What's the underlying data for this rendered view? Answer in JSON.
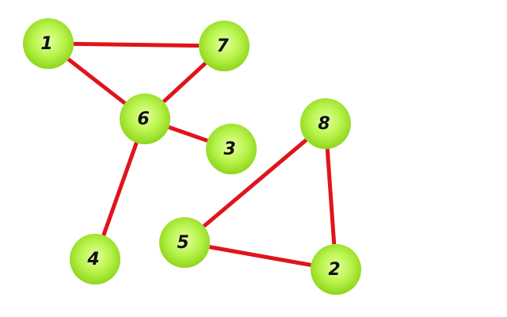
{
  "graph": {
    "nodes": [
      {
        "id": "1",
        "label": "1"
      },
      {
        "id": "7",
        "label": "7"
      },
      {
        "id": "6",
        "label": "6"
      },
      {
        "id": "3",
        "label": "3"
      },
      {
        "id": "8",
        "label": "8"
      },
      {
        "id": "4",
        "label": "4"
      },
      {
        "id": "5",
        "label": "5"
      },
      {
        "id": "2",
        "label": "2"
      }
    ],
    "edges": [
      {
        "from": "1",
        "to": "7"
      },
      {
        "from": "1",
        "to": "6"
      },
      {
        "from": "7",
        "to": "6"
      },
      {
        "from": "6",
        "to": "3"
      },
      {
        "from": "6",
        "to": "4"
      },
      {
        "from": "8",
        "to": "5"
      },
      {
        "from": "8",
        "to": "2"
      },
      {
        "from": "5",
        "to": "2"
      }
    ],
    "colors": {
      "edge": "#e0141c",
      "node_light": "#e4ffa0",
      "node_mid": "#b8f44c",
      "node_dark": "#8fd51c",
      "label": "#111111"
    }
  }
}
